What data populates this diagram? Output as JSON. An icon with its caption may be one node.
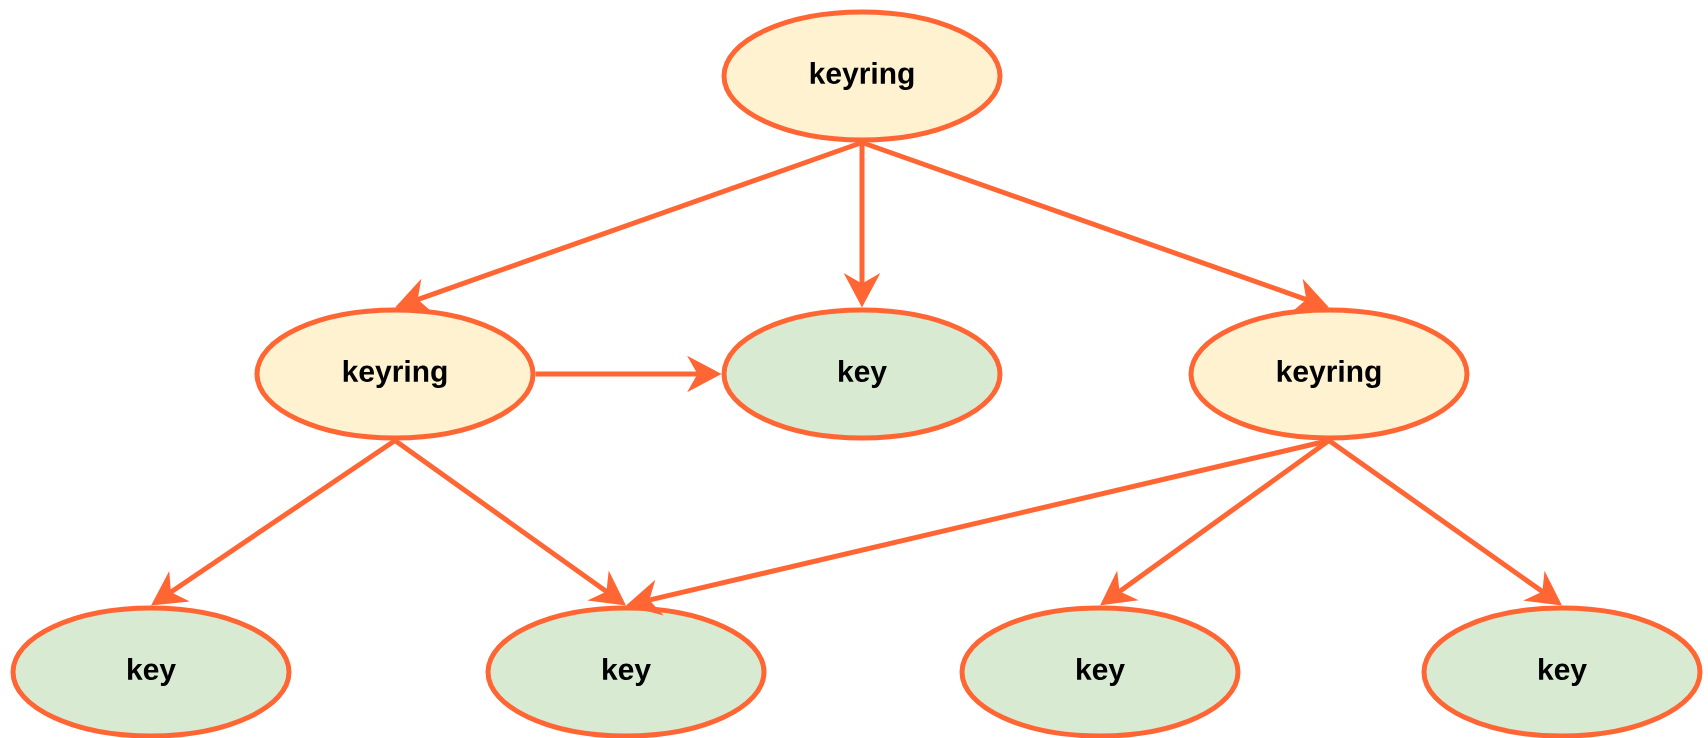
{
  "diagram": {
    "nodes": [
      {
        "text": [
          "keyring"
        ]
      },
      {
        "text": [
          "keyring"
        ]
      },
      {
        "text": [
          "key"
        ]
      },
      {
        "text": [
          "keyring"
        ]
      },
      {
        "text": [
          "key"
        ]
      },
      {
        "text": [
          "key"
        ]
      },
      {
        "text": [
          "key"
        ]
      },
      {
        "text": [
          "key"
        ]
      }
    ],
    "edges": [
      {
        "from": 0,
        "to": 1,
        "arrow": "to"
      },
      {
        "from": 0,
        "to": 2,
        "arrow": "to"
      },
      {
        "from": 0,
        "to": 3,
        "arrow": "to"
      },
      {
        "from": 1,
        "to": 2,
        "arrow": "to"
      },
      {
        "from": 1,
        "to": 4,
        "arrow": "to"
      },
      {
        "from": 1,
        "to": 5,
        "arrow": "to"
      },
      {
        "from": 3,
        "to": 5,
        "arrow": "to"
      },
      {
        "from": 3,
        "to": 6,
        "arrow": "to"
      },
      {
        "from": 3,
        "to": 7,
        "arrow": "to"
      }
    ]
  }
}
